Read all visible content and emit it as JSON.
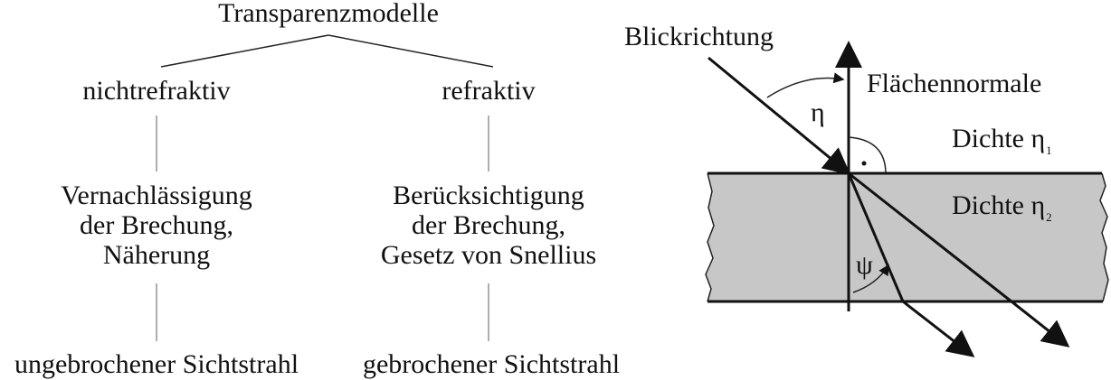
{
  "tree": {
    "root": "Transparenzmodelle",
    "left": {
      "label": "nichtrefraktiv",
      "desc": [
        "Vernachlässigung",
        "der Brechung,",
        "Näherung"
      ],
      "result": "ungebrochener Sichtstrahl"
    },
    "right": {
      "label": "refraktiv",
      "desc": [
        "Berücksichtigung",
        "der Brechung,",
        "Gesetz von Snellius"
      ],
      "result": "gebrochener Sichtstrahl"
    }
  },
  "optics": {
    "view_direction": "Blickrichtung",
    "surface_normal": "Flächennormale",
    "eta": "η",
    "psi": "ψ",
    "density_label": "Dichte η",
    "sub1": "1",
    "sub2": "2"
  },
  "colors": {
    "slab_fill": "#c7c7c7",
    "ink": "#111111"
  }
}
